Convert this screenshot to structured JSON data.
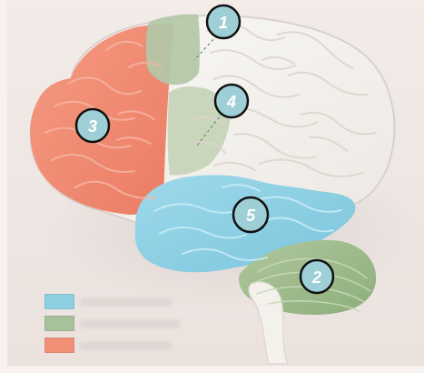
{
  "diagram": {
    "markers": [
      {
        "id": "1",
        "label": "1"
      },
      {
        "id": "2",
        "label": "2"
      },
      {
        "id": "3",
        "label": "3"
      },
      {
        "id": "4",
        "label": "4"
      },
      {
        "id": "5",
        "label": "5"
      }
    ],
    "legend": [
      {
        "color": "#8ecfe2"
      },
      {
        "color": "#a7c19a"
      },
      {
        "color": "#f18f76"
      }
    ],
    "colors": {
      "background": "#efe6e2",
      "brain": "#f3f1ed",
      "frontal": "#f08a72",
      "temporal": "#8ed1e6",
      "cerebellum": "#9fbe8e",
      "green_lobe": "#b7caa8",
      "stem": "#f7f4f0",
      "marker_fill": "#9fcfd6",
      "marker_stroke": "#111111"
    }
  }
}
